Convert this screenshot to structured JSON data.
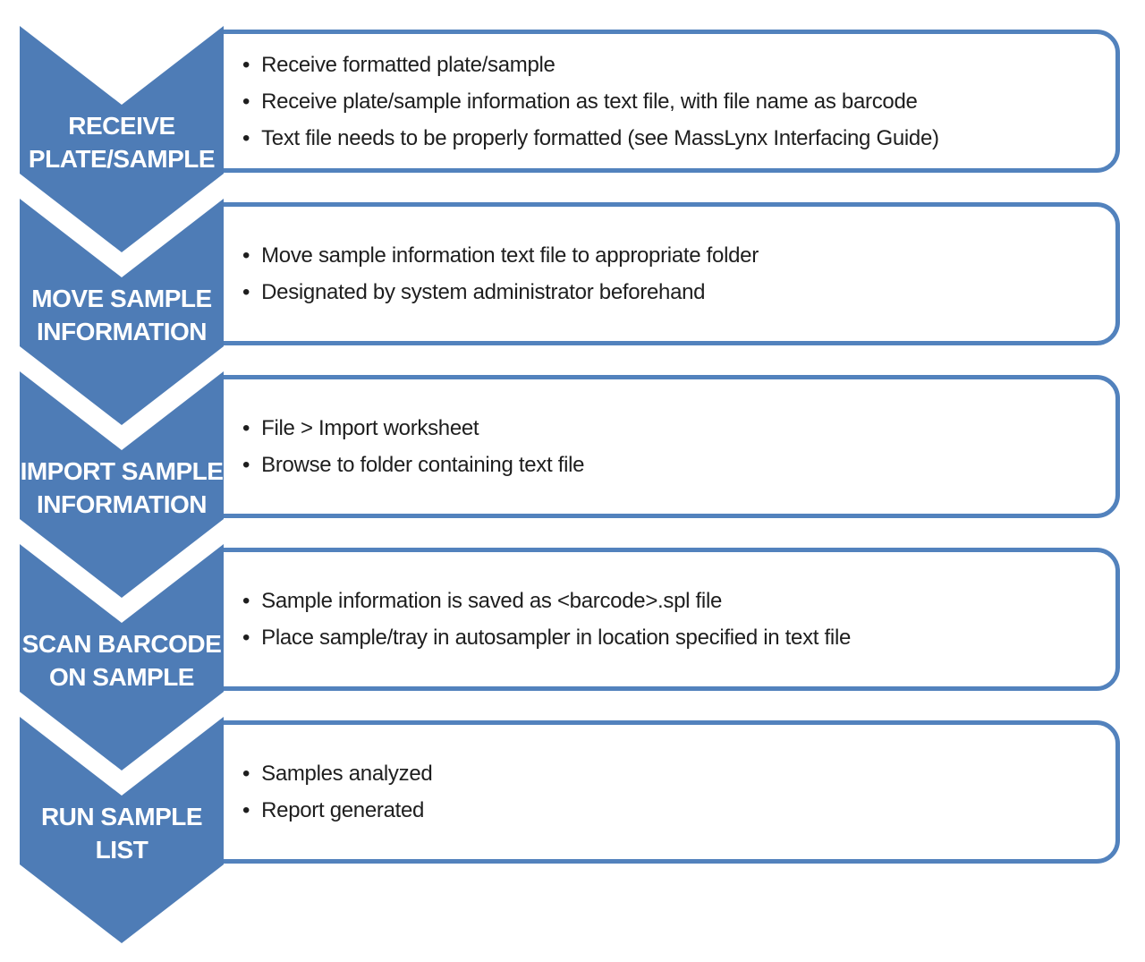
{
  "palette": {
    "chevron_blue": "#4e7cb6",
    "box_border_blue": "#5282bd",
    "bullet_text": "#1e1e1e",
    "label_text": "#ffffff",
    "background": "#ffffff"
  },
  "bullet_glyph": "•",
  "steps": [
    {
      "label_lines": [
        "RECEIVE",
        "PLATE/SAMPLE"
      ],
      "bullets": [
        "Receive formatted plate/sample",
        "Receive plate/sample information as text file, with file name as barcode",
        "Text file needs to be properly formatted (see MassLynx Interfacing Guide)"
      ]
    },
    {
      "label_lines": [
        "MOVE SAMPLE",
        "INFORMATION"
      ],
      "bullets": [
        "Move sample information text file to appropriate folder",
        "Designated by system administrator beforehand"
      ]
    },
    {
      "label_lines": [
        "IMPORT SAMPLE",
        "INFORMATION"
      ],
      "bullets": [
        "File > Import worksheet",
        "Browse to folder containing text file"
      ]
    },
    {
      "label_lines": [
        "SCAN BARCODE",
        "ON SAMPLE"
      ],
      "bullets": [
        "Sample information is saved as <barcode>.spl file",
        "Place sample/tray in autosampler in location specified in text file"
      ]
    },
    {
      "label_lines": [
        "RUN SAMPLE",
        "LIST"
      ],
      "bullets": [
        "Samples analyzed",
        "Report generated"
      ]
    }
  ]
}
